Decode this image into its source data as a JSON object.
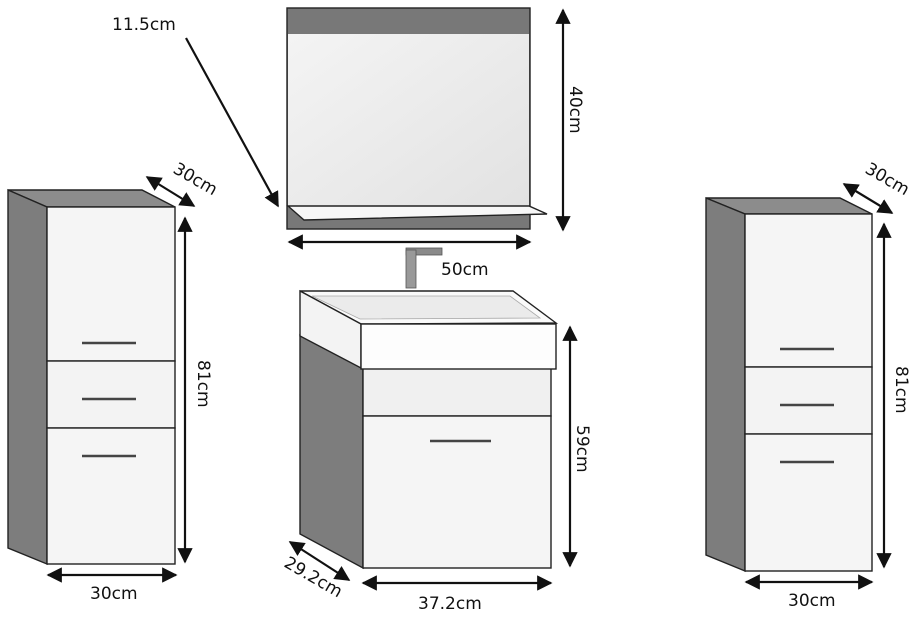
{
  "dimensions": {
    "mirror_shelf_depth": "11.5cm",
    "mirror_height": "40cm",
    "mirror_width": "50cm",
    "left_cabinet_depth": "30cm",
    "left_cabinet_height": "81cm",
    "left_cabinet_width": "30cm",
    "vanity_height": "59cm",
    "vanity_depth": "29.2cm",
    "vanity_width": "37.2cm",
    "right_cabinet_depth": "30cm",
    "right_cabinet_height": "81cm",
    "right_cabinet_width": "30cm"
  },
  "colors": {
    "cabinet_side": "#7d7d7d",
    "panel_face": "#f5f5f5",
    "mirror_frame": "#787878",
    "outline": "#222222"
  }
}
